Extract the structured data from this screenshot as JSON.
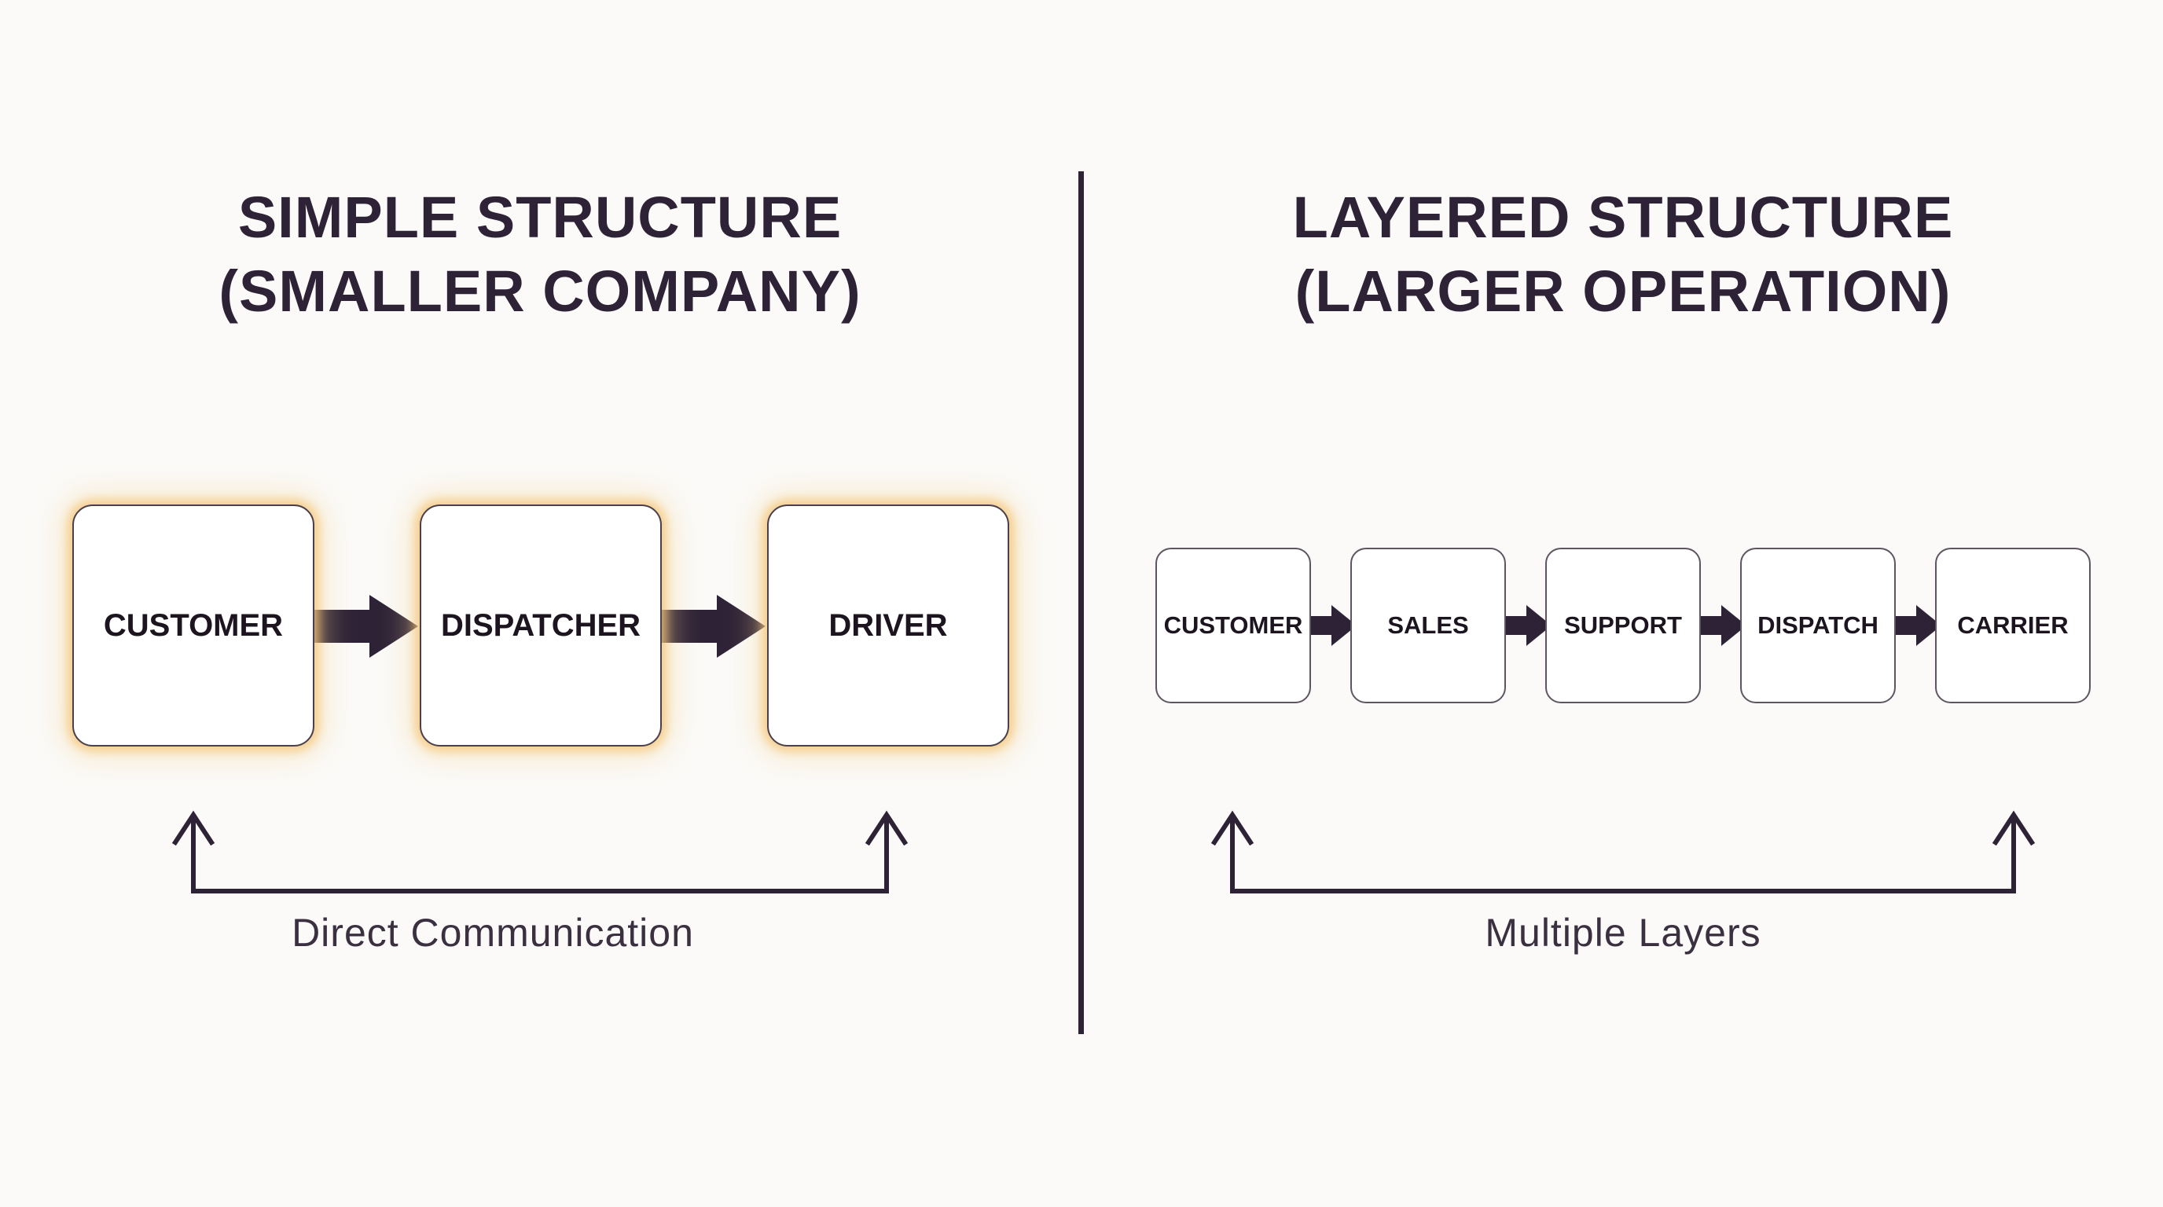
{
  "left": {
    "title_line1": "SIMPLE STRUCTURE",
    "title_line2": "(SMALLER COMPANY)",
    "boxes": [
      "CUSTOMER",
      "DISPATCHER",
      "DRIVER"
    ],
    "caption": "Direct Communication"
  },
  "right": {
    "title_line1": "LAYERED STRUCTURE",
    "title_line2": "(LARGER OPERATION)",
    "boxes": [
      "CUSTOMER",
      "SALES",
      "SUPPORT",
      "DISPATCH",
      "CARRIER"
    ],
    "caption": "Multiple Layers"
  },
  "colors": {
    "ink": "#2e2236",
    "glow": "#f4c476",
    "background": "#fbfaf8"
  }
}
